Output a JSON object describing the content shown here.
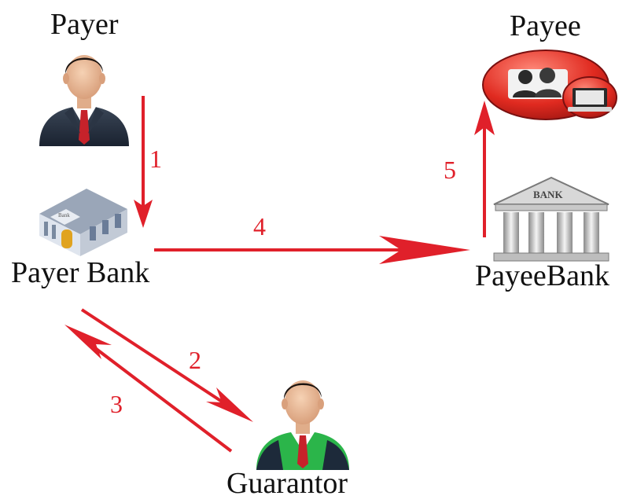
{
  "labels": {
    "payer": "Payer",
    "payee": "Payee",
    "payer_bank": "Payer Bank",
    "payee_bank": "PayeeBank",
    "guarantor": "Guarantor"
  },
  "steps": [
    "1",
    "2",
    "3",
    "4",
    "5"
  ],
  "icons": {
    "payer": "businessman-icon",
    "payee": "payee-group-icon",
    "payer_bank": "bank-building-icon",
    "payee_bank": "bank-columns-icon",
    "guarantor": "guarantor-person-icon"
  },
  "bank_signs": {
    "payer_bank": "Bank",
    "payee_bank": "BANK"
  },
  "colors": {
    "arrow": "#e0202a",
    "text": "#111111"
  }
}
